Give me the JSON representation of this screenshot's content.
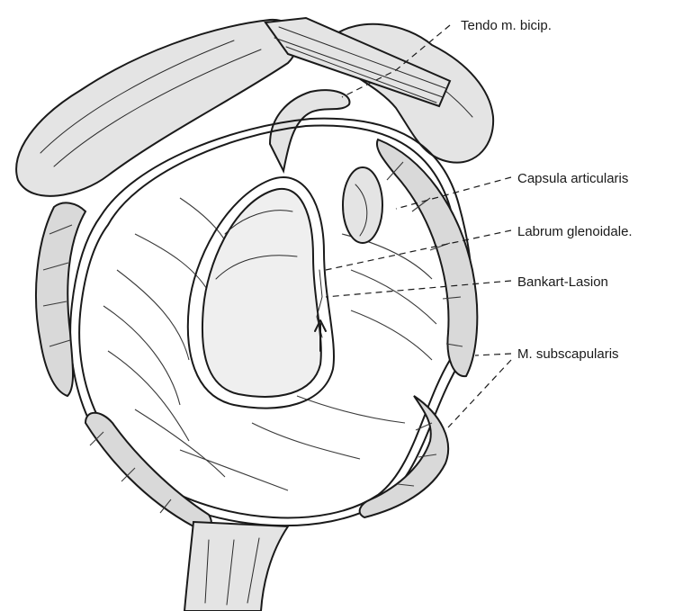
{
  "labels": {
    "tendo": "Tendo m. bicip.",
    "capsula": "Capsula articularis",
    "labrum": "Labrum glenoidale.",
    "bankart": "Bankart-Lasion",
    "subscap": "M. subscapularis"
  }
}
